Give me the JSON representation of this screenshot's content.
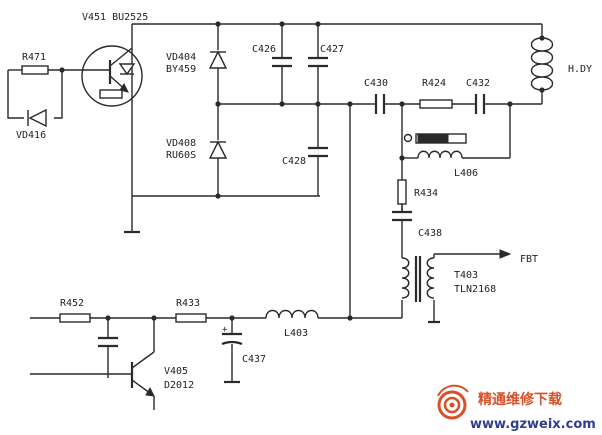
{
  "labels": {
    "v451": "V451 BU2525",
    "r471": "R471",
    "vd416": "VD416",
    "vd404": "VD404",
    "by459": "BY459",
    "vd408": "VD408",
    "ru60s": "RU60S",
    "c426": "C426",
    "c427": "C427",
    "c428": "C428",
    "c430": "C430",
    "r424": "R424",
    "c432": "C432",
    "hdy": "H.DY",
    "l406": "L406",
    "r434": "R434",
    "c438": "C438",
    "t403": "T403",
    "tln2168": "TLN2168",
    "fbt": "FBT",
    "r452": "R452",
    "r433": "R433",
    "l403": "L403",
    "c437": "C437",
    "v405": "V405",
    "d2012": "D2012"
  },
  "watermark": {
    "title": "精通维修下载",
    "url": "www.gzweix.com",
    "accent": "#d8502a",
    "url_color": "#2f3e8f"
  }
}
